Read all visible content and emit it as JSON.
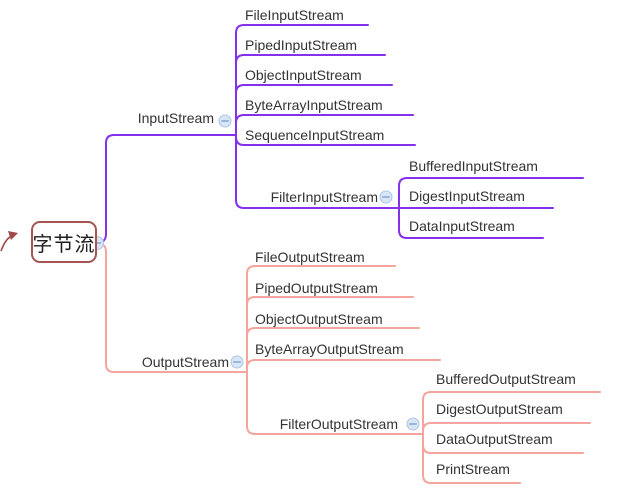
{
  "diagram_type": "mindmap",
  "root": {
    "label": "字节流"
  },
  "branches": {
    "input": {
      "label": "InputStream",
      "children": [
        "FileInputStream",
        "PipedInputStream",
        "ObjectInputStream",
        "ByteArrayInputStream",
        "SequenceInputStream"
      ],
      "filter": {
        "label": "FilterInputStream",
        "children": [
          "BufferedInputStream",
          "DigestInputStream",
          "DataInputStream"
        ]
      }
    },
    "output": {
      "label": "OutputStream",
      "children": [
        "FileOutputStream",
        "PipedOutputStream",
        "ObjectOutputStream",
        "ByteArrayOutputStream"
      ],
      "filter": {
        "label": "FilterOutputStream",
        "children": [
          "BufferedOutputStream",
          "DigestOutputStream",
          "DataOutputStream",
          "PrintStream"
        ]
      }
    }
  },
  "icons": {
    "collapse": "minus-icon",
    "relationship": "arrow-icon"
  },
  "colors": {
    "input_branch": "#8430ec",
    "output_branch": "#f5a59e",
    "root_border": "#a65353",
    "relationship_arrow": "#a14848",
    "text": "#333333",
    "collapse_fill": "#d9e6f8",
    "collapse_stroke": "#aec4e5",
    "collapse_glyph": "#85a3cf"
  }
}
